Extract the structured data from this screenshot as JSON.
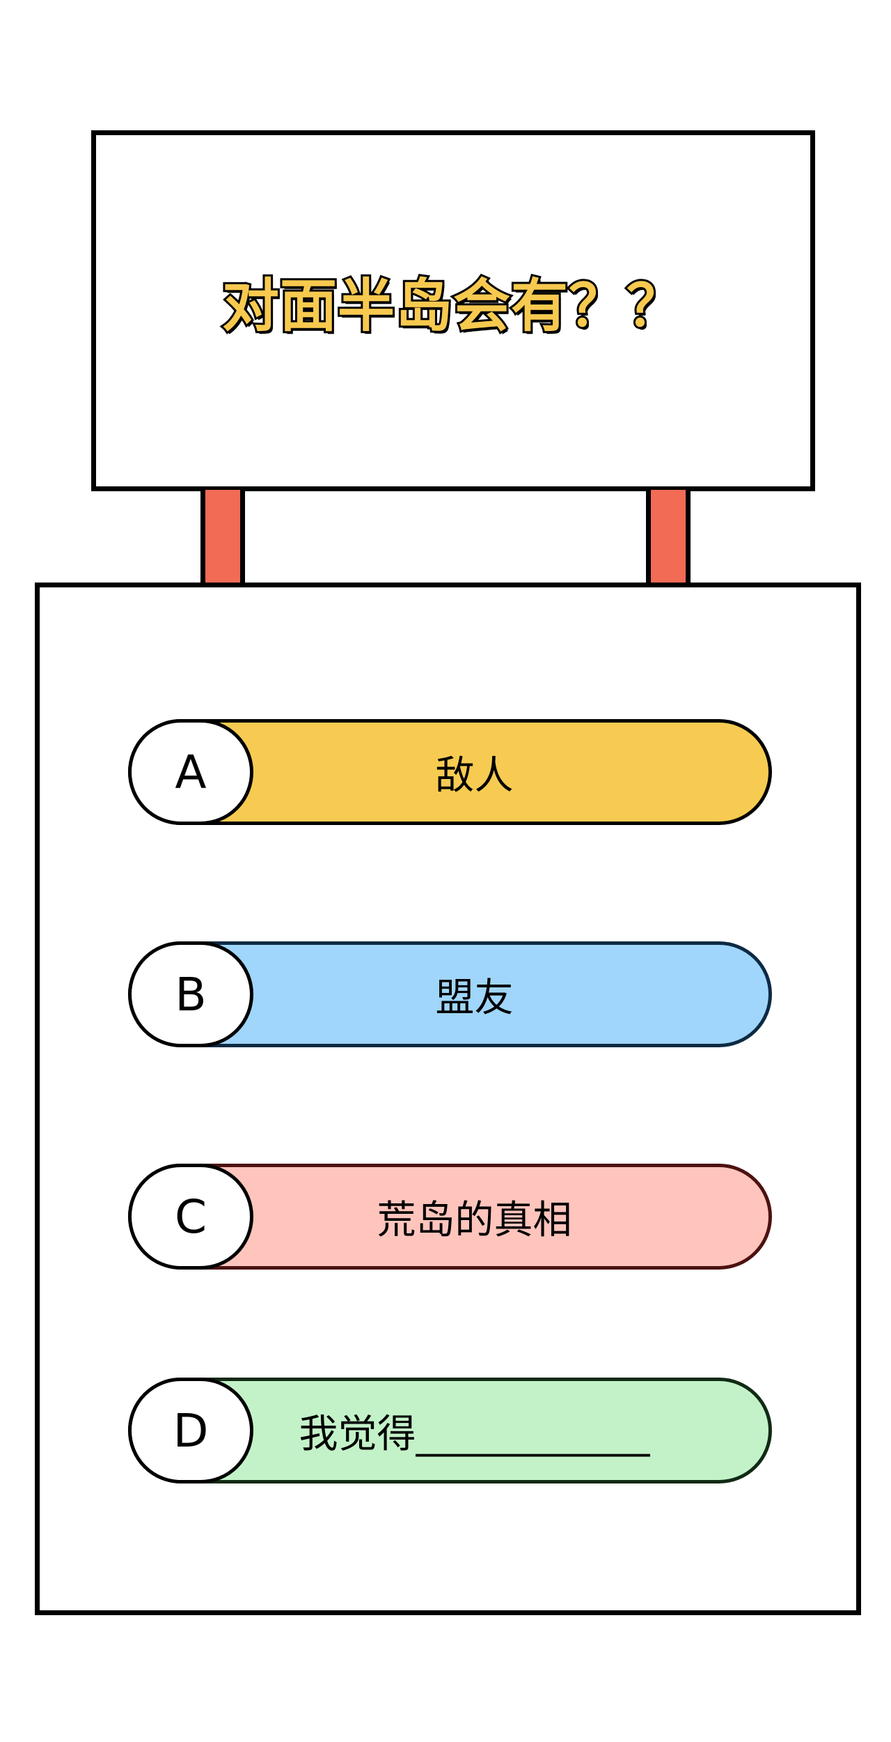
{
  "sign": {
    "title": "对面半岛会有？？",
    "title_color": "#f7c94f"
  },
  "post_color": "#f16b55",
  "options": [
    {
      "letter": "A",
      "text": "敌人",
      "color": "#f7cb52"
    },
    {
      "letter": "B",
      "text": "盟友",
      "color": "#a0d6fb"
    },
    {
      "letter": "C",
      "text": "荒岛的真相",
      "color": "#ffc5bd"
    },
    {
      "letter": "D",
      "text": "我觉得____________",
      "color": "#c3f2c9"
    }
  ]
}
